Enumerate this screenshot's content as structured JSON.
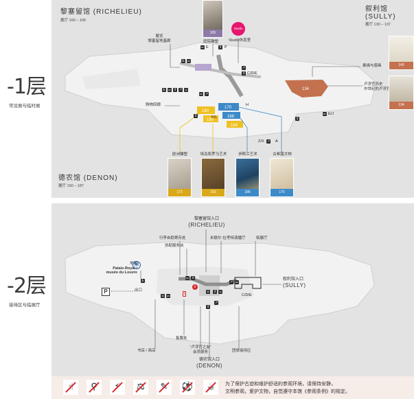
{
  "floors": {
    "minus1": {
      "level": "-1层",
      "subtitle": "常设展与临时展"
    },
    "minus2": {
      "level": "-2层",
      "subtitle": "接待区与临展厅"
    }
  },
  "wings": {
    "richelieu": {
      "name": "黎塞留馆 (RICHELIEU)",
      "rooms": "展厅 100 – 106"
    },
    "sully": {
      "name_cn": "叙利馆",
      "name_en": "(SULLY)",
      "rooms": "展厅 130 – 137"
    },
    "denon": {
      "name": "德农馆 (DENON)",
      "rooms": "展厅 160 – 187"
    }
  },
  "top_map": {
    "labels": {
      "exhibition": "展览",
      "exhibition_sub": "黎塞留地基廊",
      "courtyard": "庭院雕塑",
      "studio": "Studio休息室",
      "studio_badge": "Studio",
      "drawings": "素描与版画",
      "history": "卢浮宫历史",
      "history_sub": "中世纪的卢浮宫",
      "shopping": "购物回廊"
    },
    "thumbs": {
      "top_center": {
        "caption": "105"
      },
      "right_top": {
        "caption": "140"
      },
      "right_bottom": {
        "caption": "134"
      },
      "bottom": [
        {
          "title": "欧洲雕塑",
          "caption": "172"
        },
        {
          "title": "埃及和罗马艺术",
          "caption": "163"
        },
        {
          "title": "伊斯兰艺术",
          "caption": "186"
        },
        {
          "title": "古希腊文物",
          "caption": "170"
        }
      ]
    },
    "rooms": {
      "r160": "160",
      "r170": "170",
      "r168": "168",
      "r180": "180",
      "r184": "184",
      "r134": "134"
    },
    "markers": {
      "e": "E",
      "p": "P",
      "cde": "C/D/E",
      "kl": "K/L",
      "h": "H",
      "zx": "Z/X",
      "a": "A",
      "ej": "E/J"
    }
  },
  "bottom_map": {
    "labels": {
      "richelieu_entry": "黎塞留馆入口",
      "richelieu_entry_en": "(RICHELIEU)",
      "luggage": "行李自助寄存处",
      "assist": "协助服务台",
      "auditorium": "米歇尔·拉考特演播厅",
      "temp_hall": "临展厅",
      "metro_title": "地铁",
      "metro_station": "Palais-Royal /",
      "metro_station2": "musée du Louvre",
      "exit": "出口",
      "sully_entry": "叙利馆入口",
      "sully_entry_en": "(SULLY)",
      "tickets": "售票处",
      "friends": "“卢浮宫之友”",
      "friends_sub": "会员服务",
      "bookshop": "书店 / 商店",
      "groups": "团体接待区",
      "denon_entry": "德农馆入口",
      "denon_entry_en": "(DENON)",
      "parking": "P",
      "metro_badge": "M",
      "marker_i": "I",
      "marker_cde": "C/D/E"
    }
  },
  "rules": {
    "icons": [
      "no-touching-icon",
      "no-selfie-stick-icon",
      "no-flash-icon",
      "no-smoking-icon",
      "no-graffiti-icon",
      "no-running-icon",
      "no-eating-icon"
    ],
    "line1": "为了保护古迹和维护舒适的参观环境，请保持安静，",
    "line2": "文明参观，爱护文物，自觉遵守本馆《参观条例》的规定。"
  },
  "colors": {
    "panel": "#e3e3e3",
    "yellow": "#efc021",
    "blue": "#3d8ac8",
    "lavender": "#b6a6cf",
    "rust": "#c4714f",
    "studio_pink": "#e6166f",
    "info_red": "#d7262e"
  }
}
